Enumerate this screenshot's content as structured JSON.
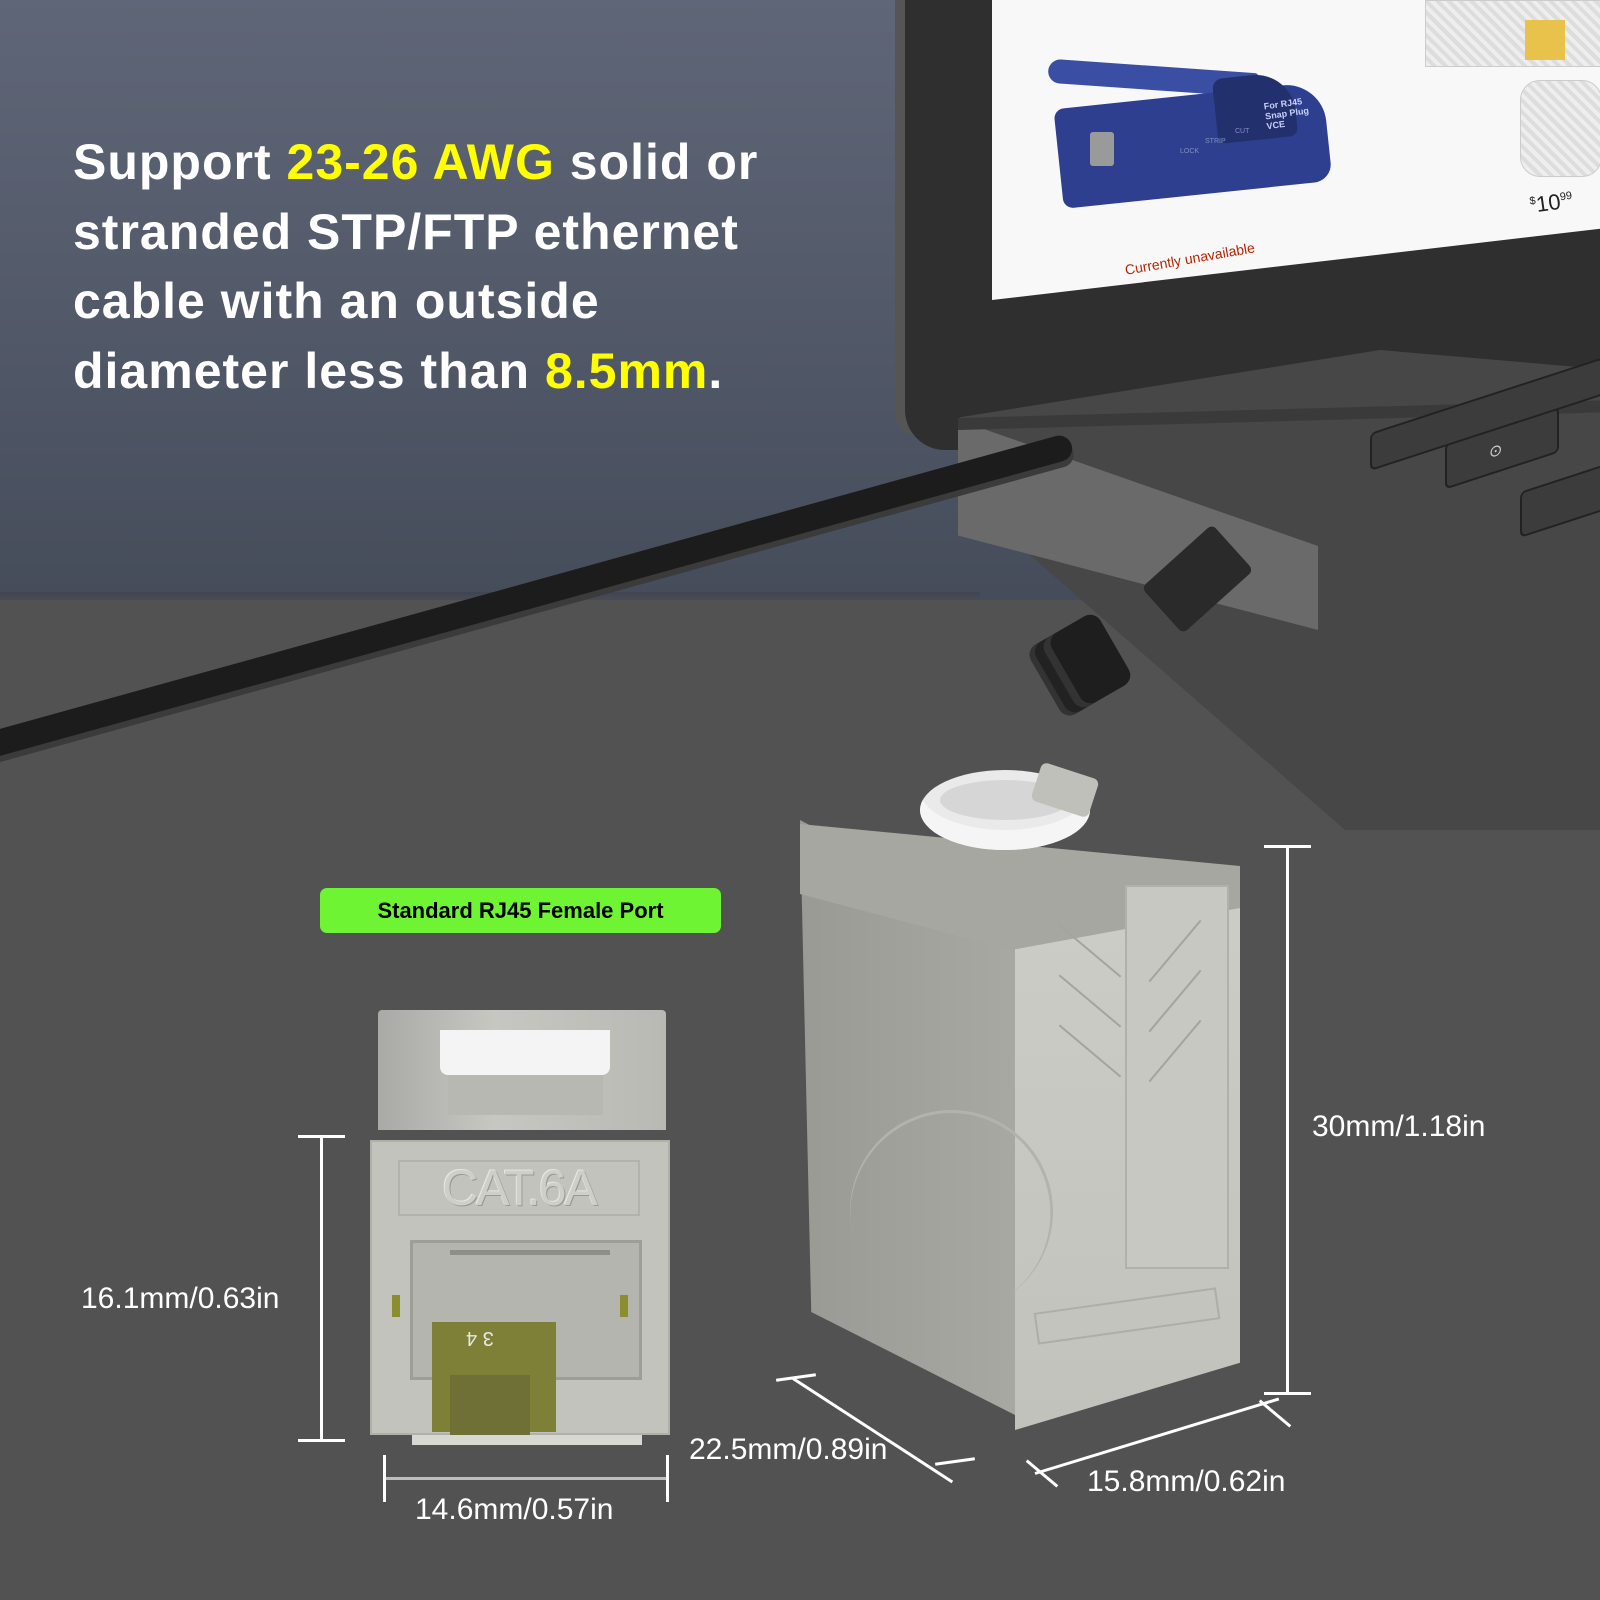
{
  "headline": {
    "line1_a": "Support ",
    "line1_b": "23-26 AWG",
    "line1_c": " solid or",
    "line2": "stranded STP/FTP ethernet",
    "line3": "cable with an outside",
    "line4_a": "diameter less than ",
    "line4_b": "8.5mm",
    "line4_c": "."
  },
  "colors": {
    "highlight": "#ffff00",
    "label_green": "#6ef432",
    "text": "#ffffff",
    "wall": "#5a6070",
    "desk": "#525252",
    "unavailable_red": "#b12704"
  },
  "laptop_screen": {
    "tool_text": "For RJ45 Snap Plug VCE",
    "tool_labels": [
      "LOCK",
      "STRIP",
      "CUT"
    ],
    "status": "Currently unavailable",
    "price_currency": "$",
    "price_whole": "10",
    "price_fraction": "99"
  },
  "keyboard": {
    "key_icon": "link-icon"
  },
  "label": {
    "port_type": "Standard RJ45 Female Port"
  },
  "front_jack": {
    "marking": "CAT.6A",
    "pcb_numbers": "3 4"
  },
  "dimensions": {
    "front_height": "16.1mm/0.63in",
    "front_width": "14.6mm/0.57in",
    "side_height": "30mm/1.18in",
    "side_depth": "22.5mm/0.89in",
    "side_width": "15.8mm/0.62in"
  }
}
